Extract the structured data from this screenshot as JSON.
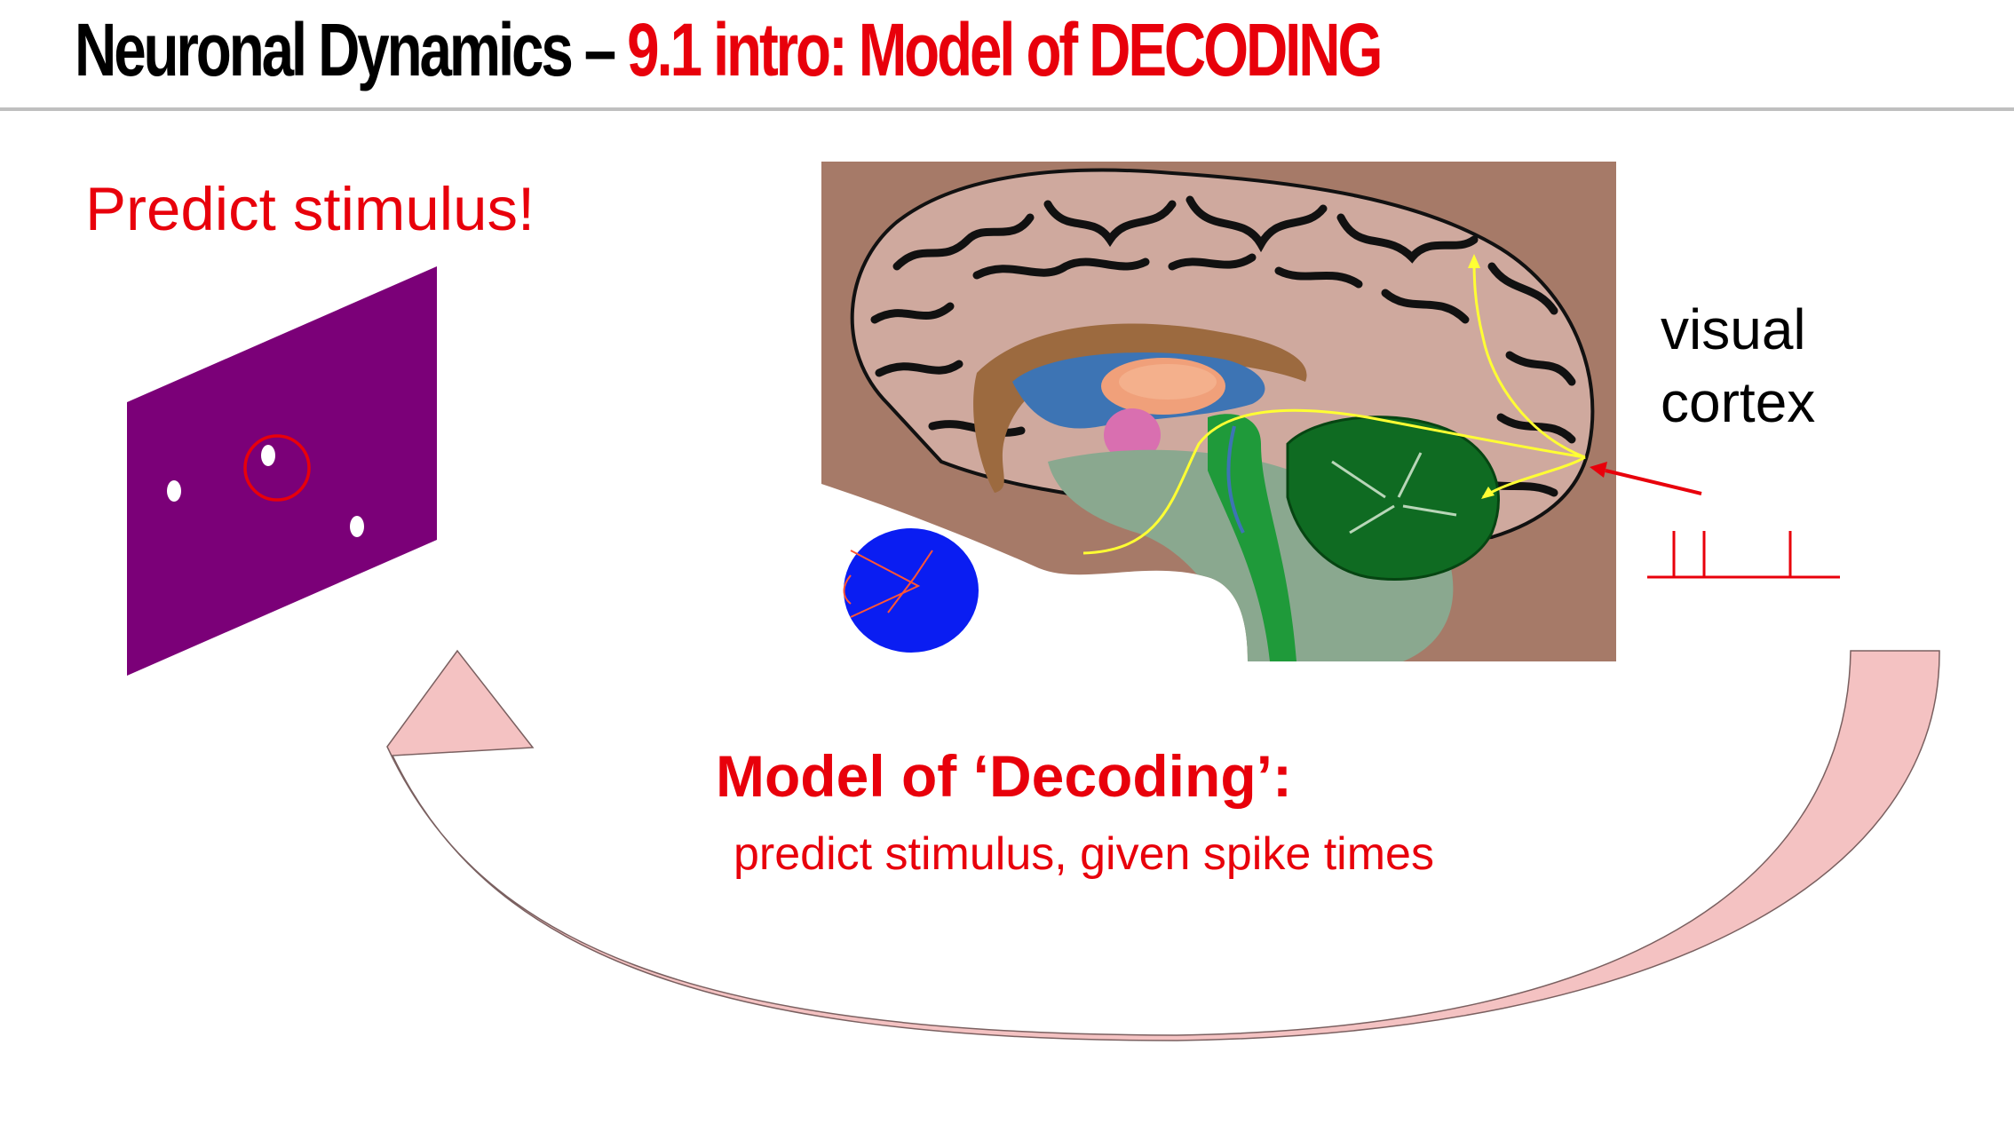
{
  "header": {
    "title_prefix": "Neuronal Dynamics – ",
    "title_topic": "9.1 intro: Model of DECODING"
  },
  "left_panel": {
    "heading": "Predict stimulus!"
  },
  "right_panel": {
    "label_line1": "visual",
    "label_line2": "cortex"
  },
  "model": {
    "heading": "Model of ‘Decoding’:",
    "subtitle": "predict stimulus, given spike times"
  },
  "colors": {
    "accent_red": "#e8000b",
    "screen_purple": "#7b0078",
    "eye_blue": "#0a1df2",
    "arrow_pink": "#f4c2c2",
    "brain_background": "#a67a68",
    "pathway_yellow": "#ffff33"
  },
  "icons": [
    "stimulus-screen",
    "eye-icon",
    "brain-sagittal-section",
    "spike-train",
    "decoding-feedback-arrow"
  ]
}
